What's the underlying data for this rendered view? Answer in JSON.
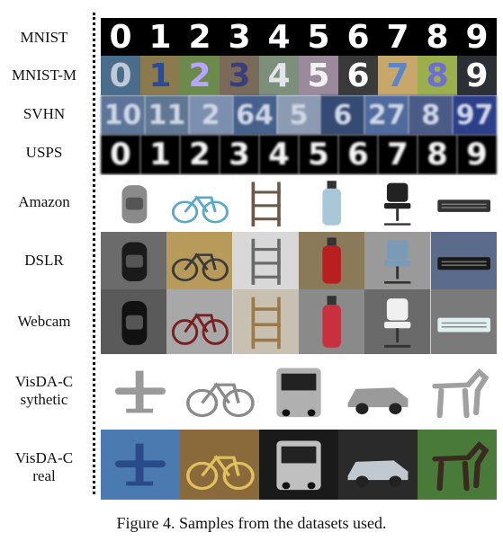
{
  "rows": {
    "mnist": {
      "label": "MNIST",
      "digits": [
        "0",
        "1",
        "2",
        "3",
        "4",
        "5",
        "6",
        "7",
        "8",
        "9"
      ]
    },
    "mnistm": {
      "label": "MNIST-M",
      "digits": [
        "0",
        "1",
        "2",
        "3",
        "4",
        "5",
        "6",
        "7",
        "8",
        "9"
      ],
      "bg_colors": [
        "#4a6d8c",
        "#8b7a4e",
        "#6c8a4b",
        "#7a6a5a",
        "#7c8f7b",
        "#9a8a9c",
        "#3a3a3a",
        "#c8a76b",
        "#9bb04d",
        "#2c2f35"
      ],
      "fg_colors": [
        "#c0c9d8",
        "#2a4a9a",
        "#b7a4ff",
        "#3a3f7a",
        "#e2e6ea",
        "#f0f0f5",
        "#ffffff",
        "#5a86c8",
        "#6e6ecf",
        "#ffffff"
      ]
    },
    "svhn": {
      "label": "SVHN",
      "digits": [
        "10",
        "11",
        "2",
        "64",
        "5",
        "6",
        "27",
        "8",
        "97"
      ],
      "bg_colors": [
        "#5d7599",
        "#5f7792",
        "#7d8fae",
        "#46618c",
        "#8c9bb2",
        "#364b73",
        "#4f6a9c",
        "#4a5c86",
        "#2d3f8a"
      ]
    },
    "usps": {
      "label": "USPS",
      "digits": [
        "0",
        "1",
        "2",
        "3",
        "4",
        "5",
        "6",
        "7",
        "8",
        "9"
      ]
    },
    "amazon": {
      "label": "Amazon",
      "objects": [
        "backpack",
        "bicycle",
        "shelf",
        "bottle",
        "chair",
        "keyboard"
      ]
    },
    "dslr": {
      "label": "DSLR",
      "objects": [
        "backpack",
        "bicycle",
        "shelf",
        "bottle",
        "chair",
        "keyboard"
      ]
    },
    "webcam": {
      "label": "Webcam",
      "objects": [
        "backpack",
        "bicycle",
        "shelf",
        "bottle",
        "chair",
        "keyboard"
      ]
    },
    "visda_syn": {
      "label_line1": "VisDA-C",
      "label_line2": "sythetic",
      "objects": [
        "airplane",
        "bicycle",
        "bus",
        "car",
        "horse"
      ]
    },
    "visda_real": {
      "label_line1": "VisDA-C",
      "label_line2": "real",
      "objects": [
        "airplane",
        "bicycle",
        "bus",
        "car",
        "horse"
      ]
    }
  },
  "caption": "Figure 4. Samples from the datasets used.",
  "colors": {
    "text": "#111111",
    "background": "#ffffff"
  }
}
